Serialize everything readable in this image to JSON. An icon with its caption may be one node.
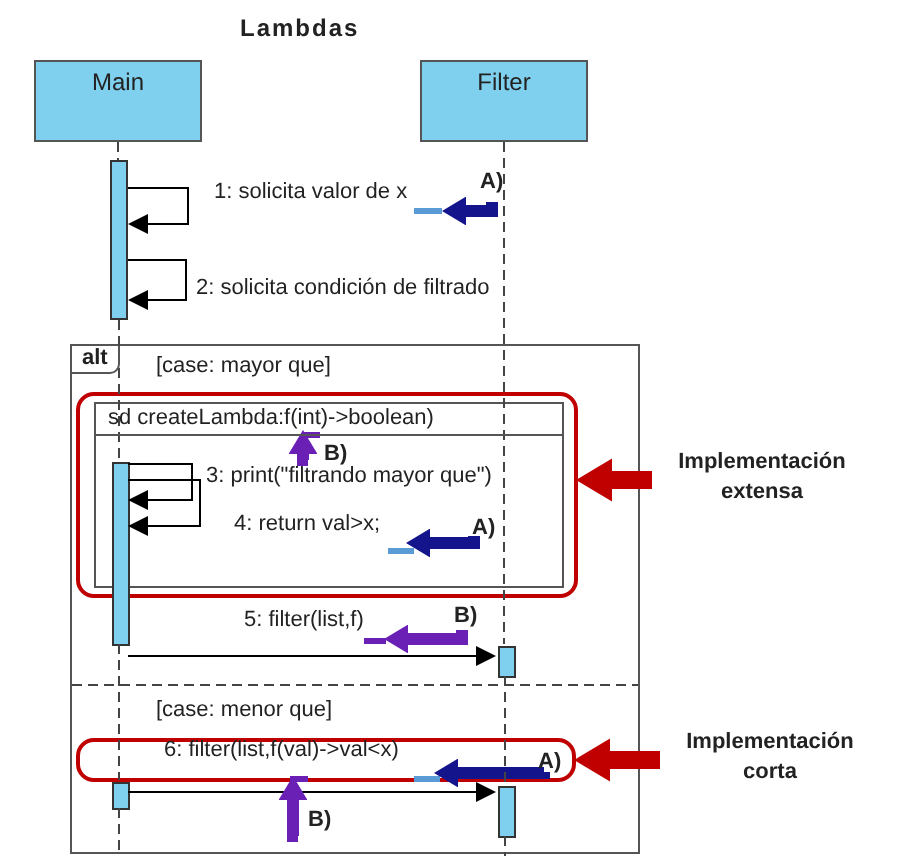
{
  "diagram": {
    "title": "Lambdas",
    "nodes": [
      {
        "text": [
          "Main"
        ]
      },
      {
        "text": [
          "Filter"
        ]
      },
      {
        "text": [
          "alt",
          "[case: mayor que]",
          "[case: menor que]"
        ]
      },
      {
        "text": [],
        "shape": "box",
        "in": 2
      },
      {
        "text": [
          "sd createLambda:f(int)->boolean)"
        ],
        "in": 3
      },
      {
        "text": [],
        "shape": "box",
        "in": 2
      },
      {
        "text": [
          "Implementación extensa"
        ]
      },
      {
        "text": [
          "Implementación corta"
        ]
      },
      {
        "text": [
          "A)"
        ]
      },
      {
        "text": [
          "B)"
        ],
        "in": 4
      },
      {
        "text": [
          "A)"
        ],
        "in": 4
      },
      {
        "text": [
          "B)"
        ],
        "in": 2
      },
      {
        "text": [
          "A)"
        ],
        "in": 5
      },
      {
        "text": [
          "B)"
        ],
        "in": 2
      },
      {
        "text": [],
        "shape": "bar"
      },
      {
        "text": [],
        "shape": "bar",
        "in": 2
      },
      {
        "text": [],
        "shape": "bar",
        "in": 2
      },
      {
        "text": [],
        "shape": "bar",
        "in": 2
      },
      {
        "text": [],
        "shape": "bar",
        "in": 2
      },
      {
        "text": [],
        "shape": "bar"
      },
      {
        "text": [],
        "shape": "bar",
        "in": 4
      },
      {
        "text": [],
        "shape": "bar",
        "in": 4
      },
      {
        "text": [],
        "shape": "bar",
        "in": 2
      },
      {
        "text": [],
        "shape": "bar",
        "in": 5
      },
      {
        "text": [],
        "shape": "bar",
        "in": 5
      }
    ],
    "edges": [
      {
        "from": 14,
        "to": 14,
        "arrow": "to",
        "label": "1: solicita valor de x"
      },
      {
        "from": 14,
        "to": 14,
        "arrow": "to",
        "label": "2: solicita condición de filtrado"
      },
      {
        "from": 15,
        "to": 15,
        "arrow": "to",
        "label": "3: print(\"filtrando mayor que\")"
      },
      {
        "from": 15,
        "to": 15,
        "arrow": "to",
        "label": "4: return val>x;"
      },
      {
        "from": 15,
        "to": 16,
        "arrow": "to",
        "label": "5: filter(list,f)"
      },
      {
        "from": 17,
        "to": 18,
        "arrow": "to",
        "label": "6: filter(list,f(val)->val<x)"
      },
      {
        "from": 6,
        "to": 3,
        "arrow": "to",
        "style": "thick",
        "color": "#c00000"
      },
      {
        "from": 7,
        "to": 5,
        "arrow": "to",
        "style": "thick",
        "color": "#c00000"
      },
      {
        "from": 8,
        "to": 19,
        "arrow": "to",
        "style": "thick",
        "color": "#14148c"
      },
      {
        "from": 9,
        "to": 20,
        "arrow": "to",
        "style": "thick",
        "color": "#6a1fb5"
      },
      {
        "from": 10,
        "to": 21,
        "arrow": "to",
        "style": "thick",
        "color": "#14148c"
      },
      {
        "from": 11,
        "to": 22,
        "arrow": "to",
        "style": "thick",
        "color": "#6a1fb5"
      },
      {
        "from": 12,
        "to": 24,
        "arrow": "to",
        "style": "thick",
        "color": "#14148c"
      },
      {
        "from": 13,
        "to": 23,
        "arrow": "to",
        "style": "thick",
        "color": "#6a1fb5"
      },
      {
        "from": 0,
        "to": 14,
        "arrow": "none",
        "style": "dashed"
      },
      {
        "from": 14,
        "to": 15,
        "arrow": "none",
        "style": "dashed"
      },
      {
        "from": 15,
        "to": 17,
        "arrow": "none",
        "style": "dashed"
      },
      {
        "from": 17,
        "to": null,
        "arrow": "none",
        "style": "dashed"
      },
      {
        "from": 1,
        "to": 16,
        "arrow": "none",
        "style": "dashed"
      },
      {
        "from": 16,
        "to": 18,
        "arrow": "none",
        "style": "dashed"
      },
      {
        "from": 18,
        "to": null,
        "arrow": "none",
        "style": "dashed"
      }
    ]
  }
}
